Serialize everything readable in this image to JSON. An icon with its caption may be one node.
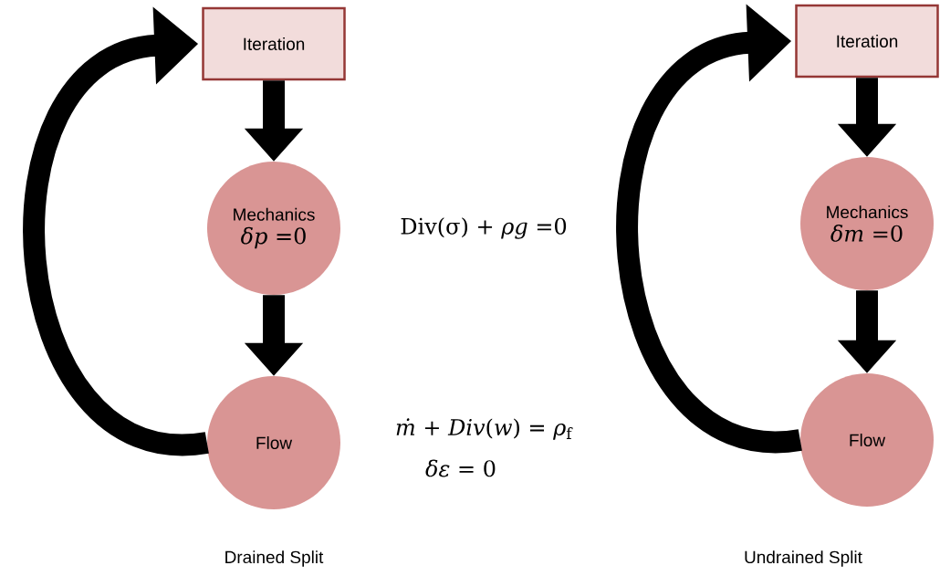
{
  "diagram": {
    "nodes": [
      {
        "text": [
          "Iteration"
        ]
      },
      {
        "text": [
          "Mechanics",
          "*δp* =0"
        ]
      },
      {
        "text": [
          "Flow"
        ]
      },
      {
        "text": [
          "Iteration"
        ]
      },
      {
        "text": [
          "Mechanics",
          "*δm* =0"
        ]
      },
      {
        "text": [
          "Flow"
        ]
      }
    ],
    "edges": [
      {
        "from": 0,
        "to": 1,
        "arrow": "to"
      },
      {
        "from": 1,
        "to": 2,
        "arrow": "to"
      },
      {
        "from": 2,
        "to": 0,
        "arrow": "to"
      },
      {
        "from": 3,
        "to": 4,
        "arrow": "to"
      },
      {
        "from": 4,
        "to": 5,
        "arrow": "to"
      },
      {
        "from": 5,
        "to": 3,
        "arrow": "to"
      }
    ],
    "labels": [
      "Div(σ) + *ρg* =0",
      "*ṁ* + *Div*(*w*) = *ρ*$_{f}$",
      "*δε* = 0",
      "Drained Split",
      "Undrained Split"
    ]
  }
}
